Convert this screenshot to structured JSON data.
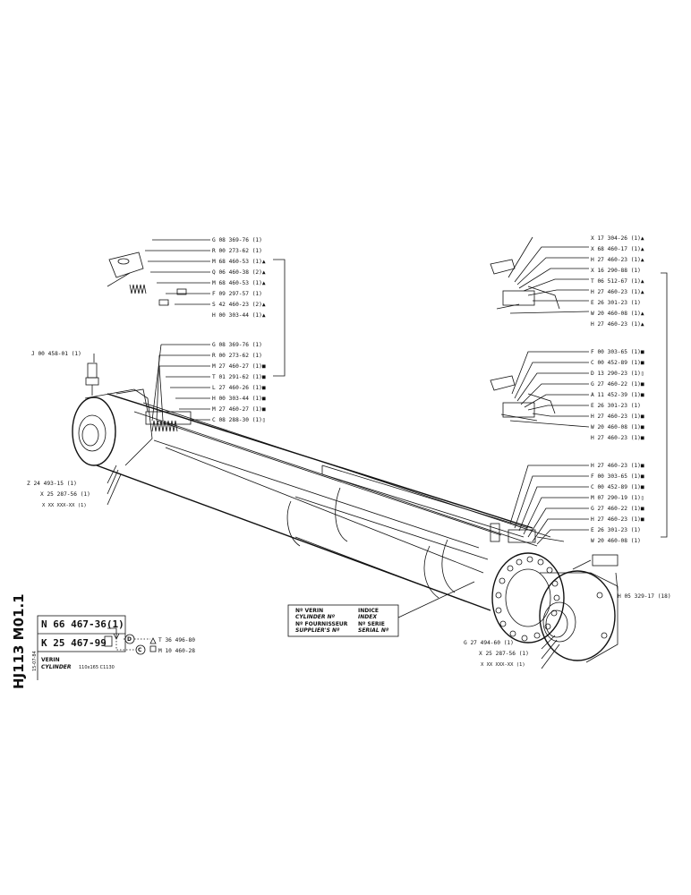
{
  "sheet": {
    "vertical_title": "HJ113 M01.1",
    "date": "15-07-84"
  },
  "part_box": {
    "number": "N 66 467-36(1)",
    "kit": "K 25 467-99",
    "desc_fr": "VERIN",
    "desc_en": "CYLINDER",
    "size": "110x165  C1130",
    "variant_d_symbol": "D",
    "variant_d_part": "T 36 496-80",
    "variant_c_symbol": "C",
    "variant_c_part": "M 10 460-28"
  },
  "info_box": {
    "verin_fr": "Nº VERIN",
    "verin_en": "CYLINDER Nº",
    "supplier_fr": "Nº FOURNISSEUR",
    "supplier_en": "SUPPLIER'S Nº",
    "index_fr": "INDICE",
    "index_en": "INDEX",
    "serial_fr": "Nº SERIE",
    "serial_en": "SERIAL Nº"
  },
  "callouts_top_left": [
    "G 08 369-76 (1)",
    "R 00 273-62 (1)",
    "M 68 460-53 (1)▲",
    "Q 06 460-38 (2)▲",
    "M 68 460-53 (1)▲",
    "F 09 297-57 (1)",
    "S 42 460-23 (2)▲",
    "H 00 303-44 (1)▲"
  ],
  "callouts_mid_left": [
    "G 08 369-76 (1)",
    "R 00 273-62 (1)",
    "M 27 460-27 (1)■",
    "T 01 291-62 (1)■",
    "L 27 460-26 (1)■",
    "H 00 303-44 (1)■",
    "M 27 460-27 (1)■",
    "C 08 288-30 (1)▯"
  ],
  "callouts_left_end": [
    "J 00 458-01 (1)",
    "Z 24 493-15 (1)",
    "X 25 287-56 (1)",
    "X XX XXX-XX (1)"
  ],
  "callouts_top_right": [
    "X 17 304-26 (1)▲",
    "X 68 460-17 (1)▲",
    "H 27 460-23 (1)▲",
    "X 16 290-88 (1)",
    "T 06 512-67 (1)▲",
    "H 27 460-23 (1)▲",
    "E 26 301-23 (1)",
    "W 20 460-08 (1)▲",
    "H 27 460-23 (1)▲"
  ],
  "callouts_mid_right": [
    "F 00 303-65 (1)■",
    "C 00 452-89 (1)■",
    "D 13 290-23 (1)▯",
    "G 27 460-22 (1)■",
    "A 11 452-39 (1)■",
    "E 26 301-23 (1)",
    "H 27 460-23 (1)■",
    "W 20 460-08 (1)■",
    "H 27 460-23 (1)■"
  ],
  "callouts_low_right": [
    "H 27 460-23 (1)■",
    "F 00 303-65 (1)■",
    "C 00 452-89 (1)■",
    "M 07 290-19 (1)▯",
    "G 27 460-22 (1)■",
    "H 27 460-23 (1)■",
    "E 26 301-23 (1)",
    "W 20 460-08 (1)"
  ],
  "callout_bolt": "H 05 329-17 (18)",
  "callouts_rod_end": [
    "G 27 494-60 (1)",
    "X 25 287-56 (1)",
    "X XX XXX-XX (1)"
  ]
}
